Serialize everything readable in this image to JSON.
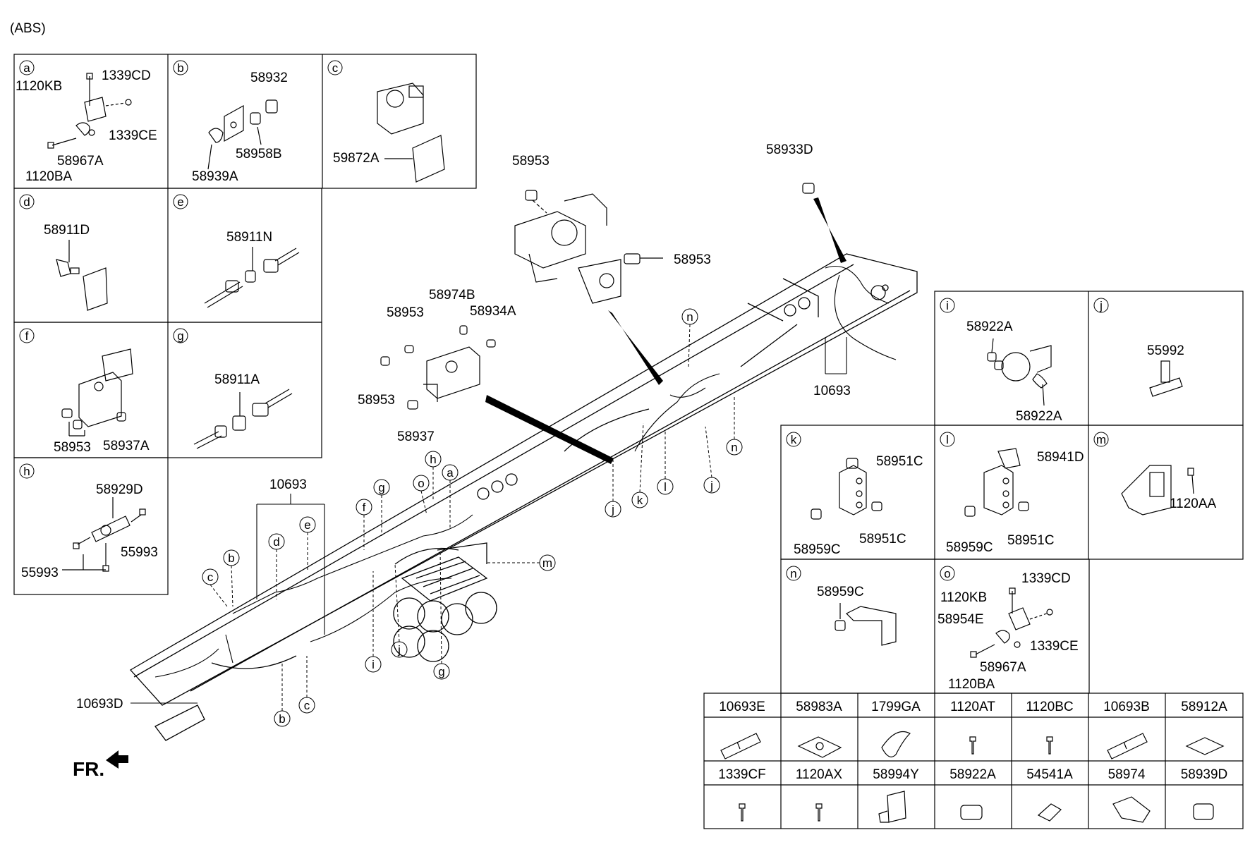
{
  "header": {
    "title": "(ABS)"
  },
  "orientation": {
    "label": "FR."
  },
  "insets": [
    {
      "key": "a",
      "letter": "a",
      "parts": [
        "1120KB",
        "1339CD",
        "1339CE",
        "58967A",
        "1120BA"
      ]
    },
    {
      "key": "b",
      "letter": "b",
      "parts": [
        "58932",
        "58958B",
        "58939A"
      ]
    },
    {
      "key": "c",
      "letter": "c",
      "parts": [
        "59872A"
      ]
    },
    {
      "key": "d",
      "letter": "d",
      "parts": [
        "58911D"
      ]
    },
    {
      "key": "e",
      "letter": "e",
      "parts": [
        "58911N"
      ]
    },
    {
      "key": "f",
      "letter": "f",
      "parts": [
        "58953",
        "58937A"
      ]
    },
    {
      "key": "g",
      "letter": "g",
      "parts": [
        "58911A"
      ]
    },
    {
      "key": "h",
      "letter": "h",
      "parts": [
        "58929D",
        "55993",
        "55993"
      ]
    },
    {
      "key": "i",
      "letter": "i",
      "parts": [
        "58922A",
        "58922A"
      ]
    },
    {
      "key": "j",
      "letter": "j",
      "parts": [
        "55992"
      ]
    },
    {
      "key": "k",
      "letter": "k",
      "parts": [
        "58951C",
        "58959C",
        "58951C"
      ]
    },
    {
      "key": "l",
      "letter": "l",
      "parts": [
        "58941D",
        "58959C",
        "58951C"
      ]
    },
    {
      "key": "m",
      "letter": "m",
      "parts": [
        "1120AA"
      ]
    },
    {
      "key": "n",
      "letter": "n",
      "parts": [
        "58959C"
      ]
    },
    {
      "key": "o",
      "letter": "o",
      "parts": [
        "1339CD",
        "1120KB",
        "58954E",
        "1339CE",
        "58967A",
        "1120BA"
      ]
    }
  ],
  "main_labels": {
    "top_valve_a": "58953",
    "top_valve_b": "58953",
    "rear_fitting": "58933D",
    "mod_58974B": "58974B",
    "mod_58934A": "58934A",
    "mod_58953_a": "58953",
    "mod_58953_b": "58953",
    "mod_58937": "58937",
    "tube_rear": "10693",
    "tube_front": "10693",
    "tube_front_d": "10693D"
  },
  "callouts": [
    "c",
    "b",
    "d",
    "e",
    "f",
    "g",
    "o",
    "h",
    "a",
    "m",
    "i",
    "j",
    "g",
    "b",
    "c",
    "j",
    "k",
    "l",
    "j",
    "n",
    "n"
  ],
  "parts_table": {
    "row1": [
      "10693E",
      "58983A",
      "1799GA",
      "1120AT",
      "1120BC",
      "10693B",
      "58912A"
    ],
    "row2": [
      "1339CF",
      "1120AX",
      "58994Y",
      "58922A",
      "54541A",
      "58974",
      "58939D"
    ]
  }
}
